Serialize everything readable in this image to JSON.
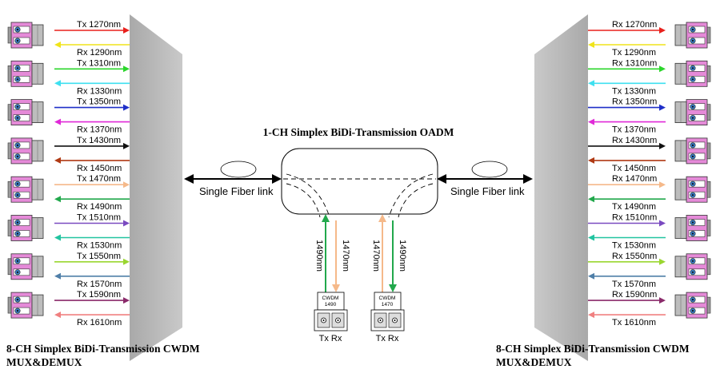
{
  "title_oadm": "1-CH Simplex BiDi-Transmission OADM",
  "title_left": [
    "8-CH Simplex BiDi-Transmission CWDM",
    "MUX&DEMUX"
  ],
  "title_right": [
    "8-CH Simplex BiDi-Transmission CWDM",
    "MUX&DEMUX"
  ],
  "fiber_link_left": "Single Fiber link",
  "fiber_link_right": "Single Fiber link",
  "left_channels": [
    {
      "top": "Tx 1270nm",
      "bottom": "Rx 1290nm",
      "top_color": "#e8201c",
      "bottom_color": "#f0e41a"
    },
    {
      "top": "Tx 1310nm",
      "bottom": "Rx 1330nm",
      "top_color": "#2bd62b",
      "bottom_color": "#3fe0f0"
    },
    {
      "top": "Tx 1350nm",
      "bottom": "Rx 1370nm",
      "top_color": "#1f2fc8",
      "bottom_color": "#e02ad8"
    },
    {
      "top": "Tx 1430nm",
      "bottom": "Rx 1450nm",
      "top_color": "#111111",
      "bottom_color": "#b03a14"
    },
    {
      "top": "Tx 1470nm",
      "bottom": "Rx 1490nm",
      "top_color": "#f5b98a",
      "bottom_color": "#22a84c"
    },
    {
      "top": "Tx 1510nm",
      "bottom": "Rx 1530nm",
      "top_color": "#7a4ac0",
      "bottom_color": "#22c4a0"
    },
    {
      "top": "Tx 1550nm",
      "bottom": "Rx 1570nm",
      "top_color": "#9ad630",
      "bottom_color": "#4f7fa8"
    },
    {
      "top": "Tx 1590nm",
      "bottom": "Rx 1610nm",
      "top_color": "#8a2a6a",
      "bottom_color": "#f08080"
    }
  ],
  "right_channels": [
    {
      "top": "Rx 1270nm",
      "bottom": "Tx 1290nm",
      "top_color": "#e8201c",
      "bottom_color": "#f0e41a"
    },
    {
      "top": "Rx 1310nm",
      "bottom": "Tx 1330nm",
      "top_color": "#2bd62b",
      "bottom_color": "#3fe0f0"
    },
    {
      "top": "Rx 1350nm",
      "bottom": "Tx 1370nm",
      "top_color": "#1f2fc8",
      "bottom_color": "#e02ad8"
    },
    {
      "top": "Rx 1430nm",
      "bottom": "Tx 1450nm",
      "top_color": "#111111",
      "bottom_color": "#b03a14"
    },
    {
      "top": "Rx 1470nm",
      "bottom": "Tx 1490nm",
      "top_color": "#f5b98a",
      "bottom_color": "#22a84c"
    },
    {
      "top": "Rx 1510nm",
      "bottom": "Tx 1530nm",
      "top_color": "#7a4ac0",
      "bottom_color": "#22c4a0"
    },
    {
      "top": "Rx 1550nm",
      "bottom": "Tx 1570nm",
      "top_color": "#9ad630",
      "bottom_color": "#4f7fa8"
    },
    {
      "top": "Rx 1590nm",
      "bottom": "Tx 1610nm",
      "top_color": "#8a2a6a",
      "bottom_color": "#f08080"
    }
  ],
  "drop_left": {
    "label_green": "1490nm",
    "label_orange": "1470nm",
    "cwdm": "CWDM",
    "cwdm_value": "1490",
    "txrx": "Tx Rx"
  },
  "drop_right": {
    "label_orange": "1470nm",
    "label_green": "1490nm",
    "cwdm": "CWDM",
    "cwdm_value": "1470",
    "txrx": "Tx Rx"
  },
  "colors": {
    "green": "#22a84c",
    "orange": "#f5b98a",
    "panel": "#bdbdbd",
    "module_pink": "#e58ad8"
  }
}
